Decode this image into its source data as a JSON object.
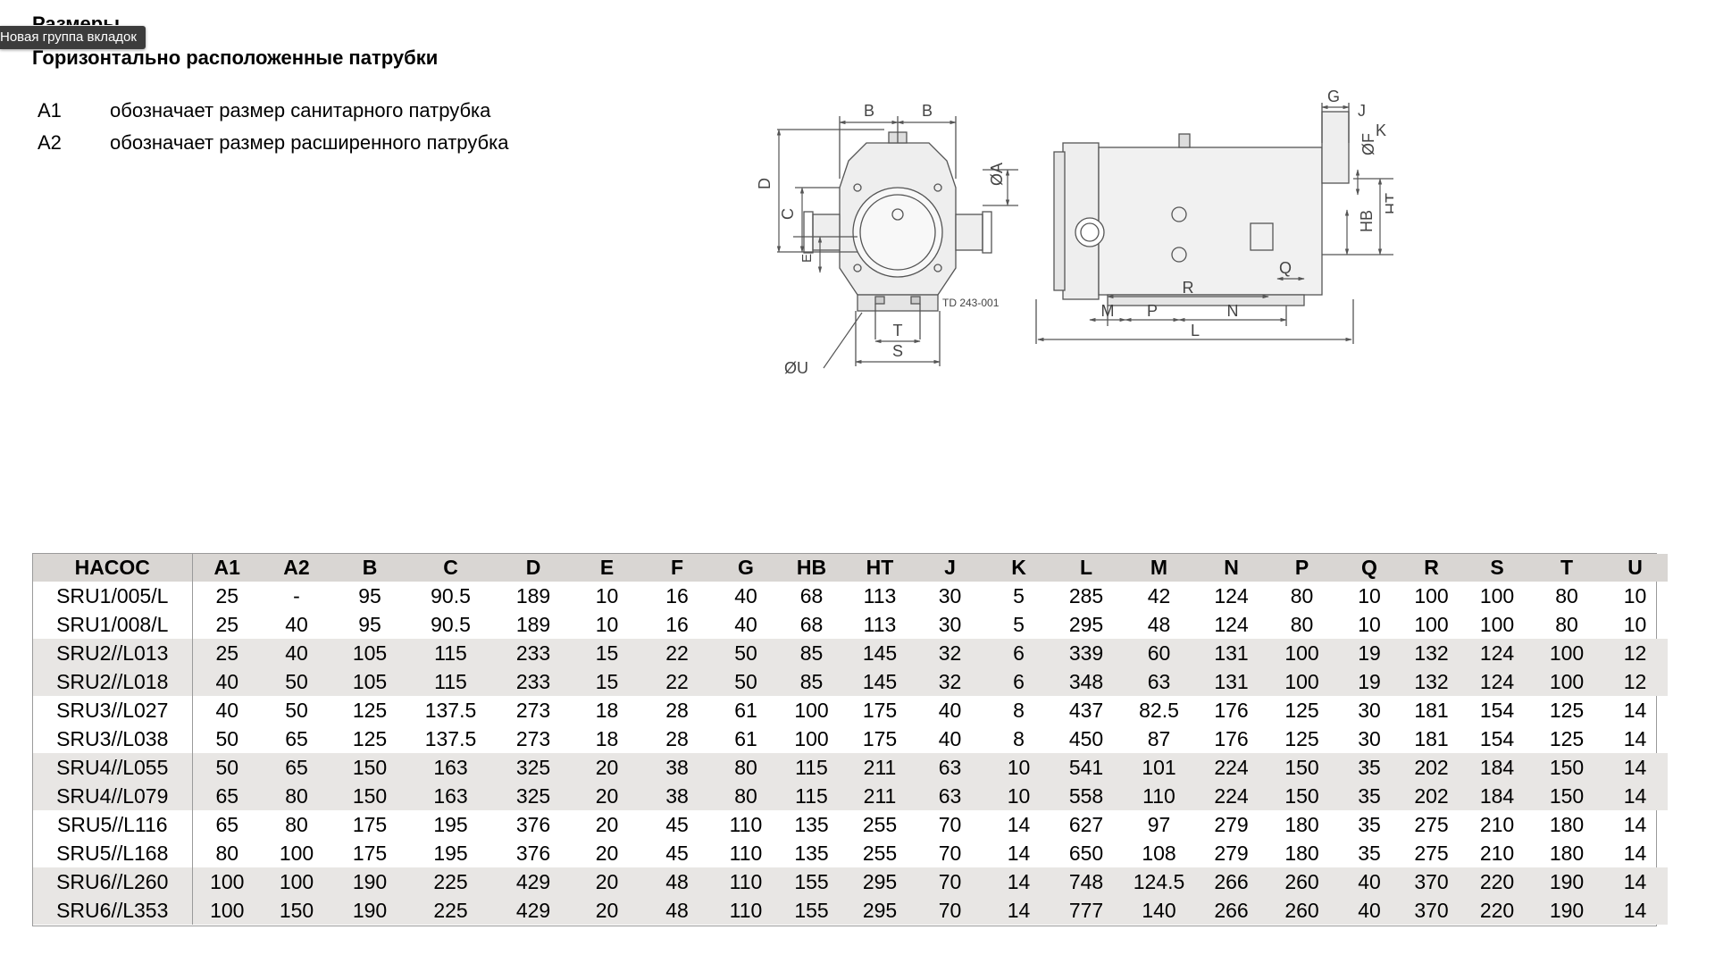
{
  "section_title": "Размеры",
  "tab_tooltip": "Новая группа вкладок",
  "subtitle": "Горизонтально расположенные патрубки",
  "notes": [
    {
      "key": "A1",
      "text": "обозначает размер санитарного патрубка"
    },
    {
      "key": "A2",
      "text": "обозначает размер расширенного патрубка"
    }
  ],
  "drawing": {
    "front_labels": {
      "B1": "B",
      "B2": "B",
      "D": "D",
      "C": "C",
      "E": "E",
      "A": "ØA",
      "T": "T",
      "S": "S",
      "U": "ØU",
      "code": "TD 243-001"
    },
    "side_labels": {
      "G": "G",
      "J": "J",
      "K": "K",
      "F": "ØF",
      "HT": "HT",
      "HB": "HB",
      "Q": "Q",
      "R": "R",
      "M": "M",
      "P": "P",
      "N": "N",
      "L": "L"
    }
  },
  "table": {
    "headers": [
      "HACOC",
      "A1",
      "A2",
      "B",
      "C",
      "D",
      "E",
      "F",
      "G",
      "HB",
      "HT",
      "J",
      "K",
      "L",
      "M",
      "N",
      "P",
      "Q",
      "R",
      "S",
      "T",
      "U"
    ],
    "rows": [
      [
        "SRU1/005/L",
        "25",
        "-",
        "95",
        "90.5",
        "189",
        "10",
        "16",
        "40",
        "68",
        "113",
        "30",
        "5",
        "285",
        "42",
        "124",
        "80",
        "10",
        "100",
        "100",
        "80",
        "10"
      ],
      [
        "SRU1/008/L",
        "25",
        "40",
        "95",
        "90.5",
        "189",
        "10",
        "16",
        "40",
        "68",
        "113",
        "30",
        "5",
        "295",
        "48",
        "124",
        "80",
        "10",
        "100",
        "100",
        "80",
        "10"
      ],
      [
        "SRU2//L013",
        "25",
        "40",
        "105",
        "115",
        "233",
        "15",
        "22",
        "50",
        "85",
        "145",
        "32",
        "6",
        "339",
        "60",
        "131",
        "100",
        "19",
        "132",
        "124",
        "100",
        "12"
      ],
      [
        "SRU2//L018",
        "40",
        "50",
        "105",
        "115",
        "233",
        "15",
        "22",
        "50",
        "85",
        "145",
        "32",
        "6",
        "348",
        "63",
        "131",
        "100",
        "19",
        "132",
        "124",
        "100",
        "12"
      ],
      [
        "SRU3//L027",
        "40",
        "50",
        "125",
        "137.5",
        "273",
        "18",
        "28",
        "61",
        "100",
        "175",
        "40",
        "8",
        "437",
        "82.5",
        "176",
        "125",
        "30",
        "181",
        "154",
        "125",
        "14"
      ],
      [
        "SRU3//L038",
        "50",
        "65",
        "125",
        "137.5",
        "273",
        "18",
        "28",
        "61",
        "100",
        "175",
        "40",
        "8",
        "450",
        "87",
        "176",
        "125",
        "30",
        "181",
        "154",
        "125",
        "14"
      ],
      [
        "SRU4//L055",
        "50",
        "65",
        "150",
        "163",
        "325",
        "20",
        "38",
        "80",
        "115",
        "211",
        "63",
        "10",
        "541",
        "101",
        "224",
        "150",
        "35",
        "202",
        "184",
        "150",
        "14"
      ],
      [
        "SRU4//L079",
        "65",
        "80",
        "150",
        "163",
        "325",
        "20",
        "38",
        "80",
        "115",
        "211",
        "63",
        "10",
        "558",
        "110",
        "224",
        "150",
        "35",
        "202",
        "184",
        "150",
        "14"
      ],
      [
        "SRU5//L116",
        "65",
        "80",
        "175",
        "195",
        "376",
        "20",
        "45",
        "110",
        "135",
        "255",
        "70",
        "14",
        "627",
        "97",
        "279",
        "180",
        "35",
        "275",
        "210",
        "180",
        "14"
      ],
      [
        "SRU5//L168",
        "80",
        "100",
        "175",
        "195",
        "376",
        "20",
        "45",
        "110",
        "135",
        "255",
        "70",
        "14",
        "650",
        "108",
        "279",
        "180",
        "35",
        "275",
        "210",
        "180",
        "14"
      ],
      [
        "SRU6//L260",
        "100",
        "100",
        "190",
        "225",
        "429",
        "20",
        "48",
        "110",
        "155",
        "295",
        "70",
        "14",
        "748",
        "124.5",
        "266",
        "260",
        "40",
        "370",
        "220",
        "190",
        "14"
      ],
      [
        "SRU6//L353",
        "100",
        "150",
        "190",
        "225",
        "429",
        "20",
        "48",
        "110",
        "155",
        "295",
        "70",
        "14",
        "777",
        "140",
        "266",
        "260",
        "40",
        "370",
        "220",
        "190",
        "14"
      ]
    ]
  }
}
